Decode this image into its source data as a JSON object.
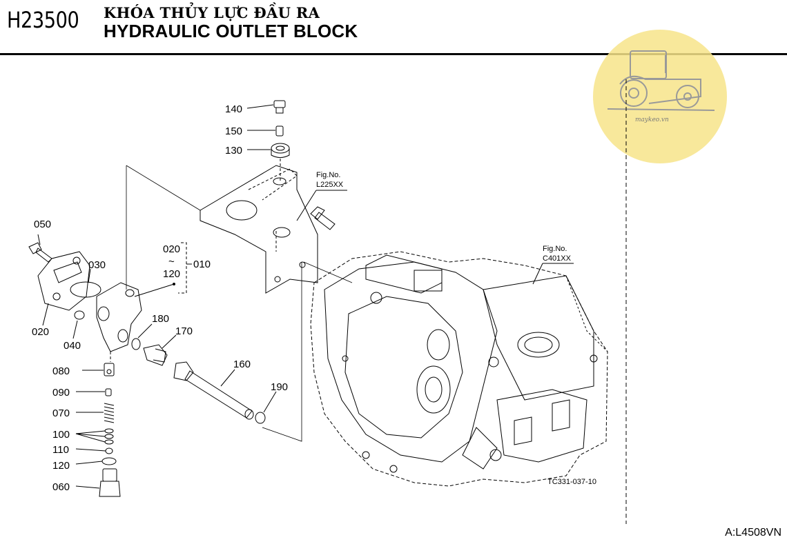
{
  "header": {
    "code": "H23500",
    "title_vn": "KHÓA THỦY LỰC ĐẦU RA",
    "title_en": "HYDRAULIC OUTLET BLOCK"
  },
  "watermark": {
    "text": "maykeo.vn",
    "color": "#f5e27a"
  },
  "references": {
    "fig_l225": {
      "line1": "Fig.No.",
      "line2": "L225XX"
    },
    "fig_c401": {
      "line1": "Fig.No.",
      "line2": "C401XX"
    }
  },
  "parts": {
    "p140": "140",
    "p150": "150",
    "p130": "130",
    "p050": "050",
    "p030": "030",
    "p020": "020",
    "p040": "040",
    "group_from": "020",
    "group_tilde": "~",
    "group_to": "120",
    "group_id": "010",
    "p180": "180",
    "p170": "170",
    "p160": "160",
    "p190": "190",
    "p080": "080",
    "p090": "090",
    "p070": "070",
    "p100": "100",
    "p110": "110",
    "p120": "120",
    "p060": "060"
  },
  "drawing_code": "TC331-037-10",
  "footer": "A:L4508VN"
}
